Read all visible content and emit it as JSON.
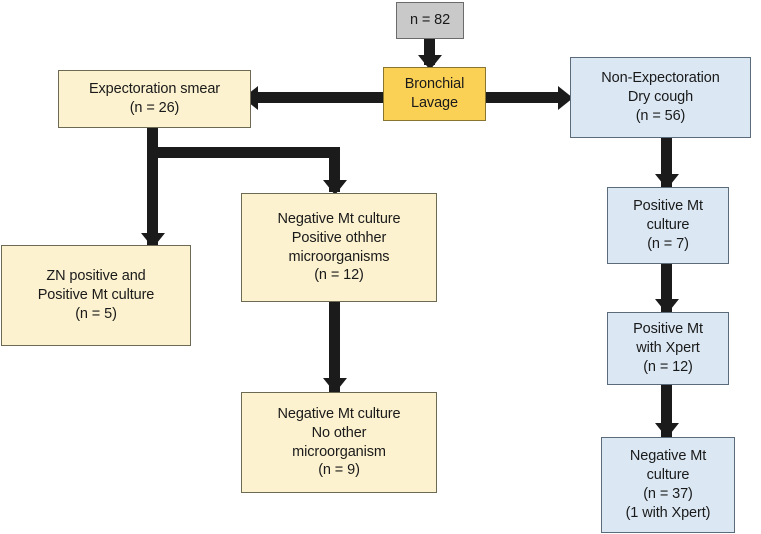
{
  "diagram": {
    "type": "flowchart",
    "title": "",
    "palette": {
      "grey": "#c9c9c9",
      "yellow": "#fad055",
      "cream": "#fcf2cf",
      "blue": "#dbe8f4",
      "connector": "#1b1b1b",
      "text": "#1a1a1a"
    },
    "nodes": {
      "total": {
        "lines": [
          "n = 82"
        ],
        "fill": "grey"
      },
      "bronchial_lavage": {
        "lines": [
          "Bronchial",
          "Lavage"
        ],
        "fill": "yellow"
      },
      "expectoration_smear": {
        "lines": [
          "Expectoration smear",
          "(n = 26)"
        ],
        "fill": "cream"
      },
      "non_expectoration": {
        "lines": [
          "Non-Expectoration",
          "Dry cough",
          "(n = 56)"
        ],
        "fill": "blue"
      },
      "zn_positive": {
        "lines": [
          "ZN positive and",
          "Positive Mt culture",
          "(n = 5)"
        ],
        "fill": "cream"
      },
      "neg_mt_pos_other": {
        "lines": [
          "Negative Mt culture",
          "Positive othher",
          "microorganisms",
          "(n = 12)"
        ],
        "fill": "cream"
      },
      "neg_mt_no_other": {
        "lines": [
          "Negative Mt culture",
          "No other",
          "microorganism",
          "(n = 9)"
        ],
        "fill": "cream"
      },
      "positive_mt_culture": {
        "lines": [
          "Positive Mt",
          "culture",
          "(n = 7)"
        ],
        "fill": "blue"
      },
      "positive_mt_xpert": {
        "lines": [
          "Positive Mt",
          "with Xpert",
          "(n = 12)"
        ],
        "fill": "blue"
      },
      "negative_mt_culture": {
        "lines": [
          "Negative Mt",
          "culture",
          "(n = 37)",
          "(1 with Xpert)"
        ],
        "fill": "blue"
      }
    },
    "edges": [
      {
        "from": "total",
        "to": "bronchial_lavage",
        "direction": "down"
      },
      {
        "from": "bronchial_lavage",
        "to": "expectoration_smear",
        "direction": "left"
      },
      {
        "from": "bronchial_lavage",
        "to": "non_expectoration",
        "direction": "right"
      },
      {
        "from": "expectoration_smear",
        "to": "zn_positive",
        "direction": "down"
      },
      {
        "from": "expectoration_smear",
        "to": "neg_mt_pos_other",
        "direction": "down-right"
      },
      {
        "from": "neg_mt_pos_other",
        "to": "neg_mt_no_other",
        "direction": "down"
      },
      {
        "from": "non_expectoration",
        "to": "positive_mt_culture",
        "direction": "down"
      },
      {
        "from": "positive_mt_culture",
        "to": "positive_mt_xpert",
        "direction": "down"
      },
      {
        "from": "positive_mt_xpert",
        "to": "negative_mt_culture",
        "direction": "down"
      }
    ]
  }
}
